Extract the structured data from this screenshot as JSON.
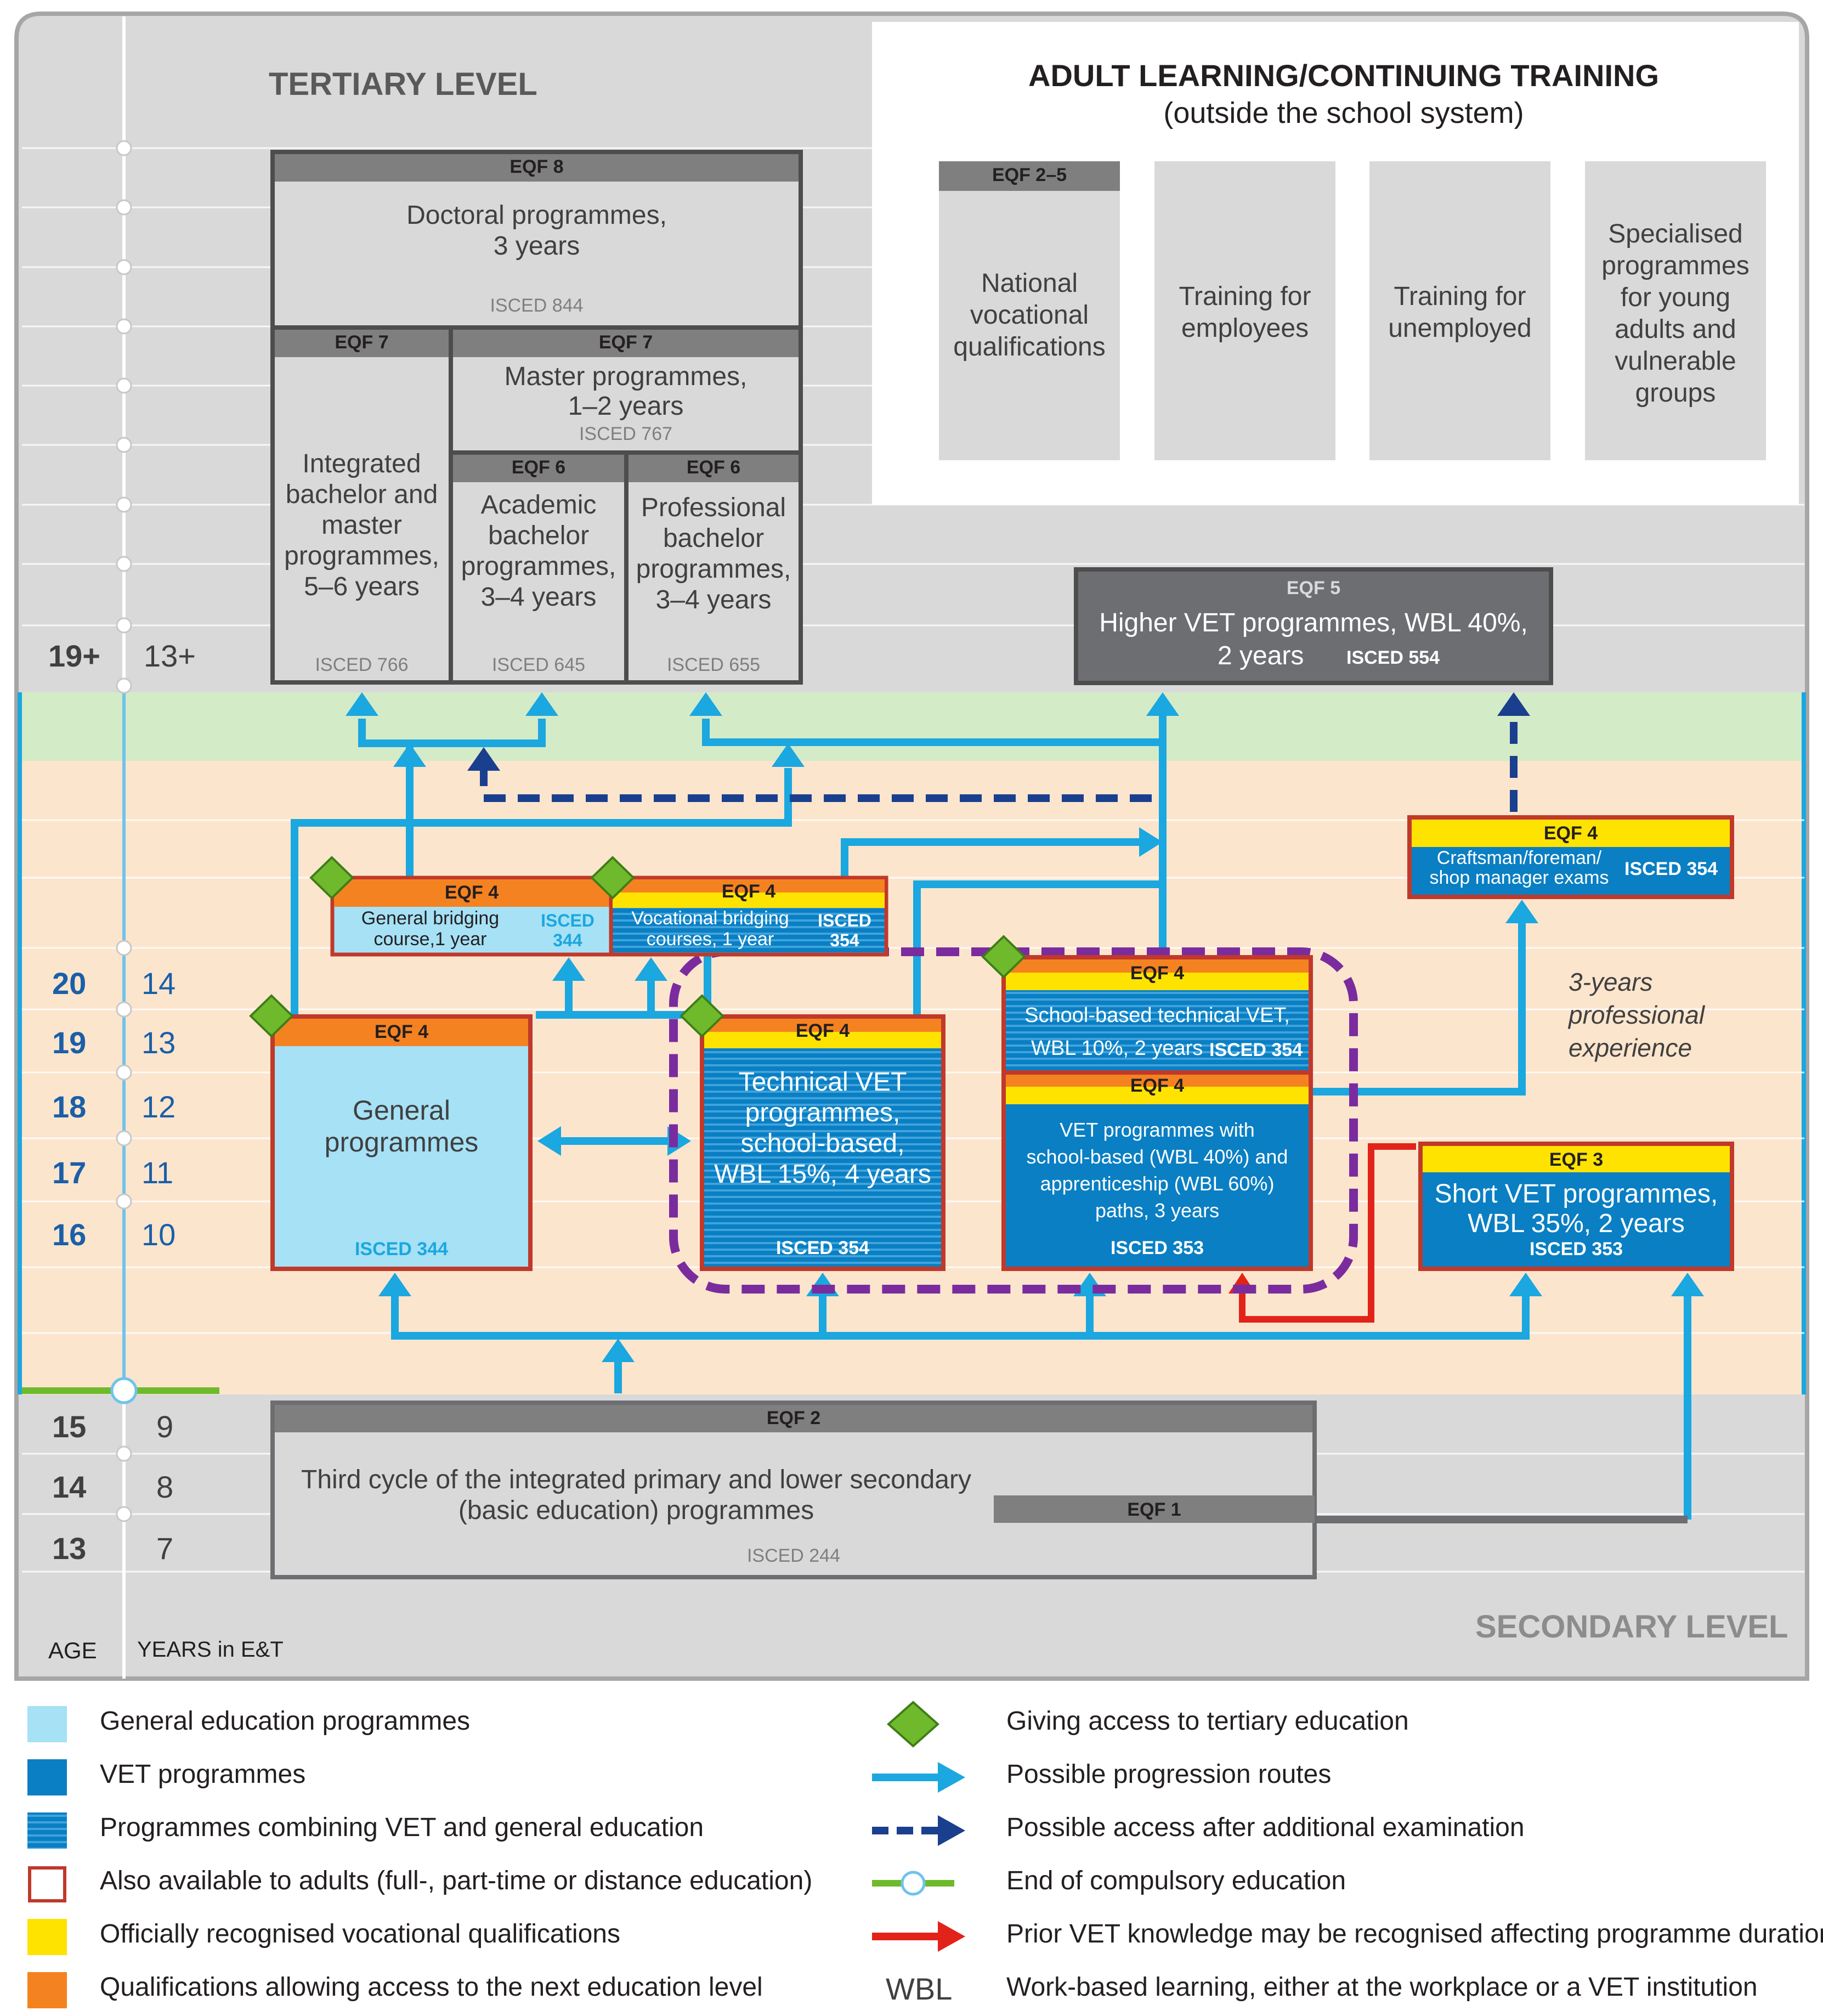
{
  "headings": {
    "tertiary": "TERTIARY LEVEL",
    "secondary": "SECONDARY LEVEL",
    "adult_title": "ADULT LEARNING/CONTINUING TRAINING",
    "adult_subtitle": "(outside the school system)",
    "age": "AGE",
    "years": "YEARS in E&T"
  },
  "ages": [
    {
      "age": "19+",
      "years": "13+"
    },
    {
      "age": "20",
      "years": "14"
    },
    {
      "age": "19",
      "years": "13"
    },
    {
      "age": "18",
      "years": "12"
    },
    {
      "age": "17",
      "years": "11"
    },
    {
      "age": "16",
      "years": "10"
    },
    {
      "age": "15",
      "years": "9"
    },
    {
      "age": "14",
      "years": "8"
    },
    {
      "age": "13",
      "years": "7"
    }
  ],
  "boxes": {
    "doctoral": {
      "eqf": "EQF 8",
      "line1": "Doctoral programmes,",
      "line2": "3 years",
      "isced": "ISCED 844"
    },
    "integrated": {
      "eqf": "EQF 7",
      "lines": [
        "Integrated",
        "bachelor and",
        "master",
        "programmes,",
        "5–6 years"
      ],
      "isced": "ISCED 766"
    },
    "master": {
      "eqf": "EQF 7",
      "line1": "Master programmes,",
      "line2": "1–2 years",
      "isced": "ISCED 767"
    },
    "academic": {
      "eqf": "EQF 6",
      "lines": [
        "Academic",
        "bachelor",
        "programmes,",
        "3–4 years"
      ],
      "isced": "ISCED 645"
    },
    "professional": {
      "eqf": "EQF 6",
      "lines": [
        "Professional",
        "bachelor",
        "programmes,",
        "3–4 years"
      ],
      "isced": "ISCED 655"
    },
    "higher_vet": {
      "eqf": "EQF 5",
      "line1": "Higher VET programmes, WBL 40%,",
      "line2": "2 years",
      "isced": "ISCED 554"
    },
    "national": {
      "eqf": "EQF 2–5",
      "lines": [
        "National",
        "vocational",
        "qualifications"
      ]
    },
    "training_employees": {
      "lines": [
        "Training for",
        "employees"
      ]
    },
    "training_unemployed": {
      "lines": [
        "Training for",
        "unemployed"
      ]
    },
    "specialised": {
      "lines": [
        "Specialised",
        "programmes",
        "for young",
        "adults and",
        "vulnerable",
        "groups"
      ]
    },
    "craftsman": {
      "eqf": "EQF 4",
      "line1": "Craftsman/foreman/",
      "line2": "shop manager exams",
      "isced": "ISCED 354"
    },
    "gen_bridging": {
      "eqf": "EQF 4",
      "line1": "General bridging",
      "line2": "course,1 year",
      "isced1": "ISCED",
      "isced2": "344"
    },
    "voc_bridging": {
      "eqf": "EQF 4",
      "line1": "Vocational bridging",
      "line2": "courses, 1 year",
      "isced1": "ISCED",
      "isced2": "354"
    },
    "school_tech": {
      "eqf": "EQF 4",
      "line1": "School-based technical VET,",
      "line2": "WBL 10%, 2 years",
      "isced": "ISCED 354"
    },
    "general_prog": {
      "eqf": "EQF 4",
      "line1": "General",
      "line2": "programmes",
      "isced": "ISCED 344"
    },
    "tech_vet": {
      "eqf": "EQF 4",
      "lines": [
        "Technical VET",
        "programmes,",
        "school-based,",
        "WBL 15%, 4 years"
      ],
      "isced": "ISCED 354"
    },
    "vet_paths": {
      "eqf": "EQF 4",
      "lines": [
        "VET programmes with",
        "school-based (WBL 40%) and",
        "apprenticeship (WBL 60%)",
        "paths, 3 years"
      ],
      "isced": "ISCED 353"
    },
    "short_vet": {
      "eqf": "EQF 3",
      "line1": "Short VET programmes,",
      "line2": "WBL 35%, 2 years",
      "isced": "ISCED 353"
    },
    "basic": {
      "eqf": "EQF 2",
      "line1": "Third cycle of the integrated primary and lower secondary",
      "line2": "(basic education) programmes",
      "isced": "ISCED 244",
      "eqf1": "EQF 1"
    }
  },
  "experience_note": [
    "3-years",
    "professional",
    "experience"
  ],
  "legend": {
    "left": [
      "General education programmes",
      "VET programmes",
      "Programmes combining VET and general education",
      "Also available to adults (full-, part-time or distance education)",
      "Officially recognised vocational qualifications",
      "Qualifications allowing access to the next education level"
    ],
    "right": [
      "Giving access to tertiary education",
      "Possible progression routes",
      "Possible access after additional examination",
      "End of compulsory education",
      "Prior VET knowledge may be recognised affecting programme duration",
      "Work-based learning, either at the workplace or a VET institution"
    ],
    "wbl": "WBL"
  },
  "colors": {
    "general_light": "#a6e1f5",
    "vet_blue": "#0a7fc3",
    "arrow_blue": "#1ba7df",
    "dark_blue": "#1a3f8e",
    "orange": "#f58220",
    "yellow": "#ffe300",
    "red_border": "#c0392b",
    "red_arrow": "#e2231a",
    "purple": "#7a2c9e",
    "green": "#6fba2c",
    "gray_header": "#7f7f7f"
  }
}
